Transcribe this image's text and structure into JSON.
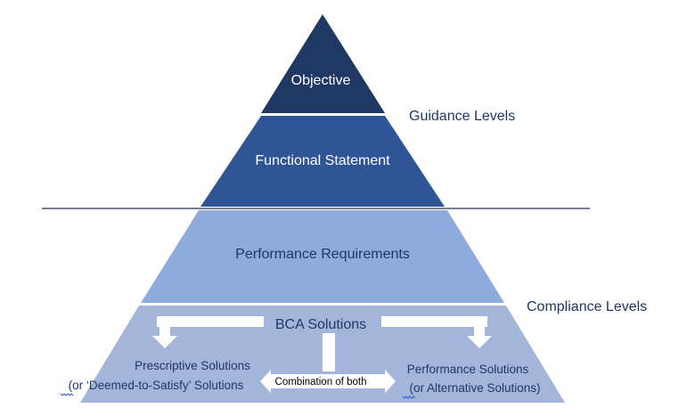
{
  "tiers": {
    "objective": "Objective",
    "functional_statement": "Functional Statement",
    "performance_requirements": "Performance Requirements",
    "bca_solutions": "BCA Solutions"
  },
  "side_labels": {
    "guidance": "Guidance Levels",
    "compliance": "Compliance Levels"
  },
  "solutions": {
    "prescriptive_line1": "Prescriptive Solutions",
    "prescriptive_line2": "(or ‘Deemed-to-Satisfy’ Solutions",
    "performance_line1": "Performance Solutions",
    "performance_line2": "(or Alternative Solutions)",
    "combination": "Combination of both"
  },
  "colors": {
    "objective": "#1f3864",
    "functional_statement": "#2f5596",
    "performance_requirements": "#8faadc",
    "bca_solutions": "#a3b6d9",
    "divider": "#1f3864",
    "label": "#1f3864"
  }
}
